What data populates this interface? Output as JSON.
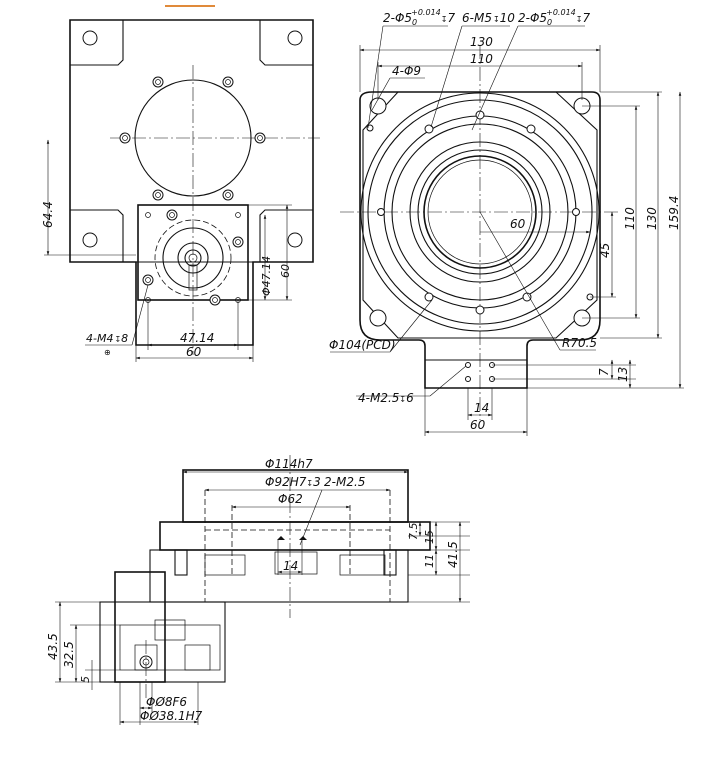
{
  "accent_color": "#e08a3a",
  "top_left_view": {
    "labels": {
      "dim_64_4": "64.4",
      "dim_47_14_v": "47.14",
      "dim_60_v": "60",
      "dim_47_14_h": "47.14",
      "dim_60_h": "60",
      "tap_holes": "4-M4",
      "tap_depth": "8",
      "tap_mark": "⊕",
      "phi_prefix": "Φ"
    }
  },
  "top_right_view": {
    "labels": {
      "pin_holes_left": "2-Φ5",
      "pin_tol_left": "+0.014",
      "pin_tol_left_low": "0",
      "pin_depth_left": "7",
      "tap_holes": "6-M5",
      "tap_depth": "10",
      "pin_holes_right": "2-Φ5",
      "pin_tol_right": "+0.014",
      "pin_tol_right_low": "0",
      "pin_depth_right": "7",
      "dim_130_h": "130",
      "dim_110_h": "110",
      "through_holes": "4-Φ9",
      "dim_60_inner": "60",
      "dim_110_v": "110",
      "dim_130_v": "130",
      "dim_159_4": "159.4",
      "dim_45": "45",
      "pcd": "Φ104(PCD)",
      "radius": "R70.5",
      "dim_7": "7",
      "dim_13": "13",
      "small_taps": "4-M2.5",
      "small_tap_depth": "6",
      "dim_14": "14",
      "dim_60_bottom": "60"
    }
  },
  "side_view": {
    "labels": {
      "dia_114": "Φ114h7",
      "dia_92": "Φ92H7",
      "dia_92_depth": "3",
      "small_taps": "2-M2.5",
      "dia_62": "Φ62",
      "dim_14": "14",
      "dim_7_5": "7.5",
      "dim_15": "15",
      "dim_11": "11",
      "dim_41_5": "41.5",
      "dim_43_5": "43.5",
      "dim_32_5": "32.5",
      "dim_5": "5",
      "bore_8": "ΦØ8F6",
      "bore_38": "ΦØ38.1H7"
    }
  }
}
